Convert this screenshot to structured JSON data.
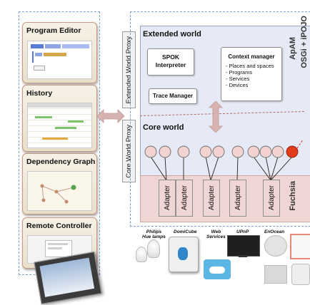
{
  "left_panel": {
    "cards": {
      "program_editor": {
        "title": "Program Editor"
      },
      "history": {
        "title": "History"
      },
      "dependency_graph": {
        "title": "Dependency Graph"
      },
      "remote_controller": {
        "title": "Remote Controller"
      }
    }
  },
  "proxies": {
    "extended": "Extended World Proxy",
    "core": "Core World Proxy"
  },
  "platform": {
    "apam": "ApAM",
    "osgi": "OSGi + iPOJO",
    "fuchsia": "Fuchsia"
  },
  "extended_world": {
    "title": "Extended world",
    "spok": "SPOK\nInterpreter",
    "trace_manager": "Trace Manager",
    "context_manager": {
      "title": "Context manager",
      "items": [
        "Places and spaces",
        "Programs",
        "Services",
        "Devices"
      ]
    }
  },
  "core_world": {
    "title": "Core world"
  },
  "adapters": [
    "Adapter",
    "Adapter",
    "Adapter",
    "Adapter",
    "Adapter"
  ],
  "devices": {
    "philips": "Philips\nHue lamps",
    "domicube": "DomiCube",
    "web_services": "Web\nServices",
    "upnp": "UPnP",
    "enocean": "EnOcean"
  },
  "colors": {
    "frame_dash": "#7f9ed1",
    "world_bg": "#e6eaf6",
    "fuchsia_bg": "#efd5d3",
    "node": "#f2d3cf",
    "node_active": "#e23b1c",
    "arrow": "#d6b3b0"
  }
}
